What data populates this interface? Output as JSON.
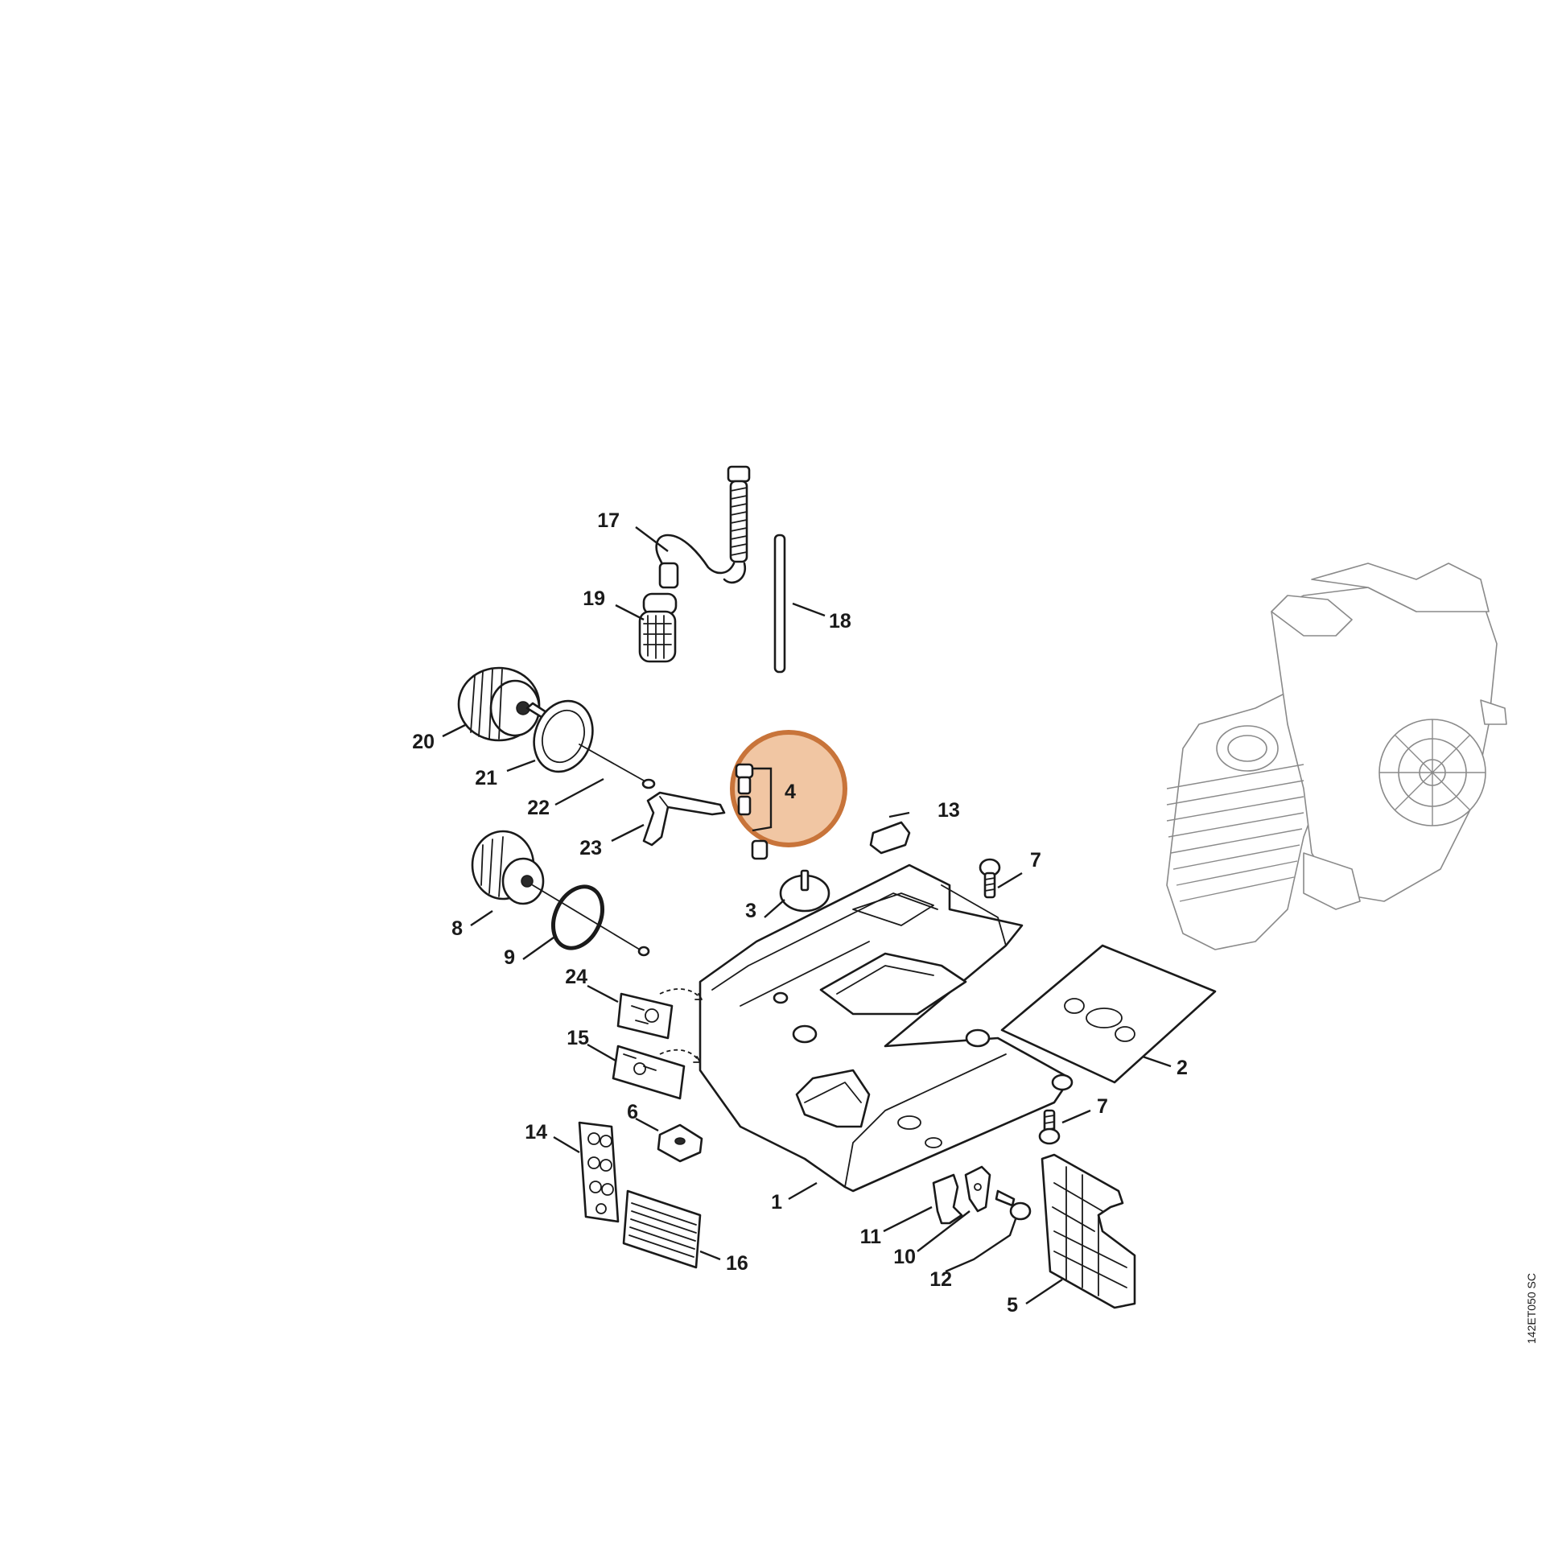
{
  "callouts": [
    {
      "n": "1"
    },
    {
      "n": "2"
    },
    {
      "n": "3"
    },
    {
      "n": "4"
    },
    {
      "n": "5"
    },
    {
      "n": "6"
    },
    {
      "n": "7"
    },
    {
      "n": "7"
    },
    {
      "n": "8"
    },
    {
      "n": "9"
    },
    {
      "n": "10"
    },
    {
      "n": "11"
    },
    {
      "n": "12"
    },
    {
      "n": "13"
    },
    {
      "n": "14"
    },
    {
      "n": "15"
    },
    {
      "n": "16"
    },
    {
      "n": "17"
    },
    {
      "n": "18"
    },
    {
      "n": "19"
    },
    {
      "n": "20"
    },
    {
      "n": "21"
    },
    {
      "n": "22"
    },
    {
      "n": "23"
    },
    {
      "n": "24"
    }
  ],
  "reference_code": "142ET050 SC",
  "highlight": {
    "part": "4",
    "color": "#e8a066",
    "stroke": "#c8743a"
  }
}
